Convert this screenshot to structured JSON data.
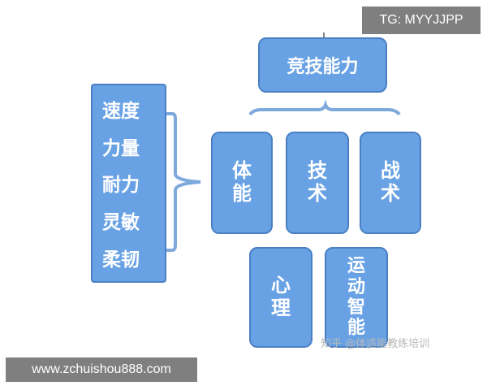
{
  "top_box": {
    "label": "竞技能力"
  },
  "left_list": {
    "items": [
      "速度",
      "力量",
      "耐力",
      "灵敏",
      "柔韧"
    ]
  },
  "row1": [
    {
      "name": "tili",
      "chars": [
        "体",
        "能"
      ]
    },
    {
      "name": "jishu",
      "chars": [
        "技",
        "术"
      ]
    },
    {
      "name": "zhanshu",
      "chars": [
        "战",
        "术"
      ]
    }
  ],
  "row2": [
    {
      "name": "xinli",
      "chars": [
        "心",
        "理"
      ]
    },
    {
      "name": "yundong-zhineng",
      "chars": [
        "运",
        "动",
        "智",
        "能"
      ]
    }
  ],
  "watermarks": {
    "top_right": "TG: MYYJJPP",
    "bottom_left": "www.zchuishou888.com",
    "credit": "知乎 @体适能教练培训"
  },
  "colors": {
    "box_fill": "#69a2e4",
    "box_border": "#4a7fc4",
    "bracket": "#7ea9dd"
  }
}
